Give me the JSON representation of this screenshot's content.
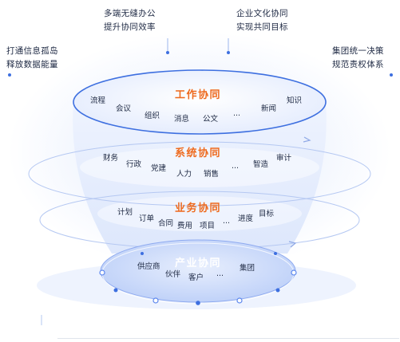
{
  "captions": {
    "top_left": [
      "多端无缝办公",
      "提升协同效率"
    ],
    "top_right": [
      "企业文化协同",
      "实现共同目标"
    ],
    "left": [
      "打通信息孤岛",
      "释放数据能量"
    ],
    "right": [
      "集团统一决策",
      "规范责权体系"
    ]
  },
  "tiers": [
    {
      "title": "工作协同",
      "items": [
        "流程",
        "会议",
        "组织",
        "消息",
        "公文",
        "...",
        "新闻",
        "知识"
      ]
    },
    {
      "title": "系统协同",
      "items": [
        "财务",
        "行政",
        "党建",
        "人力",
        "销售",
        "...",
        "智造",
        "审计"
      ]
    },
    {
      "title": "业务协同",
      "items": [
        "计划",
        "订单",
        "合同",
        "费用",
        "项目",
        "...",
        "进度",
        "目标"
      ]
    },
    {
      "title": "产业协同",
      "items": [
        "供应商",
        "伙伴",
        "客户",
        "...",
        "集团"
      ]
    }
  ],
  "colors": {
    "accent_orange": "#ee6a1e",
    "accent_blue": "#3d6fe0",
    "funnel_light": "#e6eefd",
    "base_blue": "#5b86ee"
  }
}
